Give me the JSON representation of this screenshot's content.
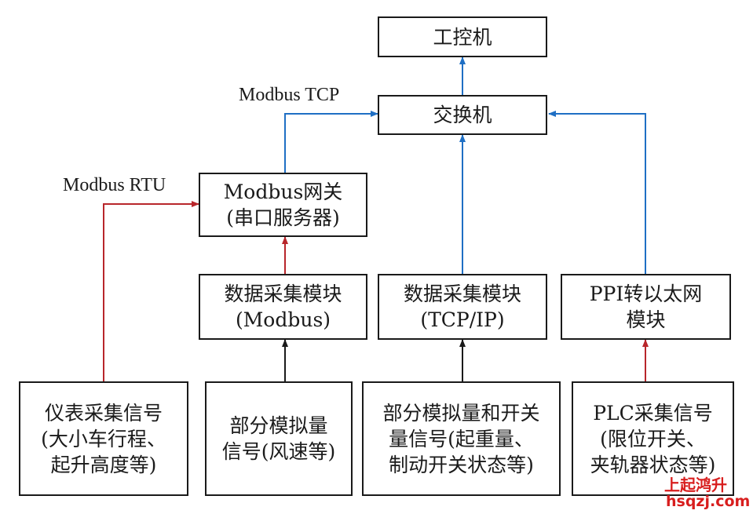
{
  "nodes": {
    "ipc": {
      "lines": [
        "工控机"
      ]
    },
    "switch": {
      "lines": [
        "交换机"
      ]
    },
    "gateway": {
      "lines": [
        "Modbus网关",
        "(串口服务器)"
      ]
    },
    "daq_modbus": {
      "lines": [
        "数据采集模块",
        "(Modbus)"
      ]
    },
    "daq_tcpip": {
      "lines": [
        "数据采集模块",
        "(TCP/IP)"
      ]
    },
    "ppi_module": {
      "lines": [
        "PPI转以太网",
        "模块"
      ]
    },
    "instrument_signal": {
      "lines": [
        "仪表采集信号",
        "(大小车行程、",
        "起升高度等)"
      ]
    },
    "analog_signal": {
      "lines": [
        "部分模拟量",
        "信号(风速等)"
      ]
    },
    "analog_switch_signal": {
      "lines": [
        "部分模拟量和开关",
        "量信号(起重量、",
        "制动开关状态等)"
      ]
    },
    "plc_signal": {
      "lines": [
        "PLC采集信号",
        "(限位开关、",
        "夹轨器状态等)"
      ]
    }
  },
  "edge_labels": {
    "modbus_tcp": "Modbus TCP",
    "modbus_rtu": "Modbus RTU"
  },
  "watermark": {
    "name": "上起鸿升",
    "url": "hsqzj.com"
  },
  "colors": {
    "blue": "#1f6fc4",
    "red": "#b8262b",
    "black": "#1a1a1a"
  }
}
